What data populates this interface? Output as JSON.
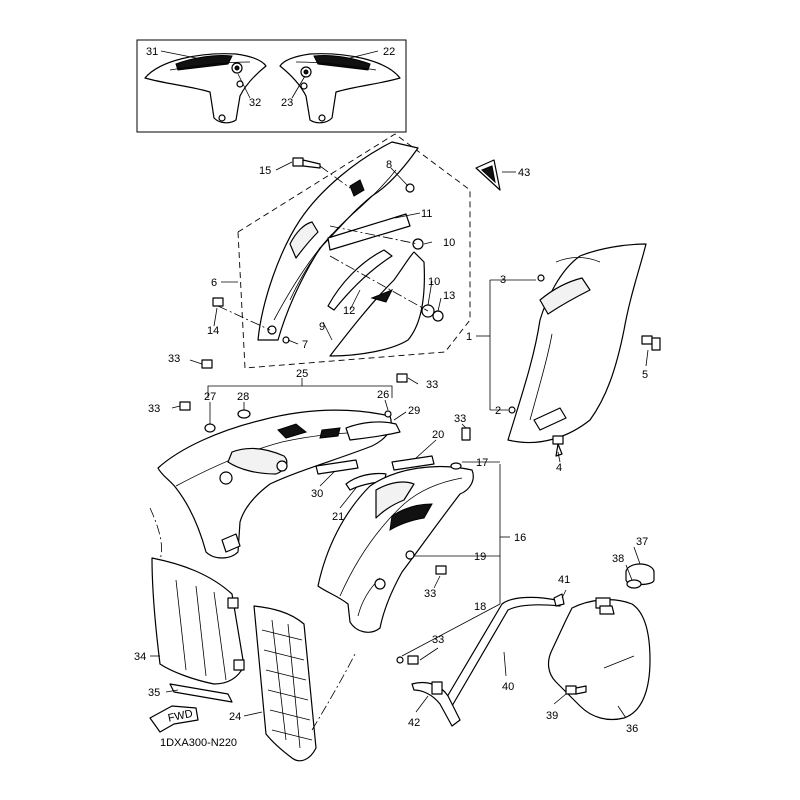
{
  "diagram": {
    "code": "1DXA300-N220",
    "fwd_label": "FWD",
    "callouts": {
      "c1": "1",
      "c2": "2",
      "c3": "3",
      "c4": "4",
      "c5": "5",
      "c6": "6",
      "c7": "7",
      "c8": "8",
      "c9": "9",
      "c10a": "10",
      "c10b": "10",
      "c11": "11",
      "c12": "12",
      "c13": "13",
      "c14": "14",
      "c15": "15",
      "c16": "16",
      "c17": "17",
      "c18": "18",
      "c19": "19",
      "c20": "20",
      "c21": "21",
      "c22": "22",
      "c23": "23",
      "c24": "24",
      "c25": "25",
      "c26": "26",
      "c27": "27",
      "c28": "28",
      "c29": "29",
      "c30": "30",
      "c31": "31",
      "c32": "32",
      "c33a": "33",
      "c33b": "33",
      "c33c": "33",
      "c33d": "33",
      "c33e": "33",
      "c33f": "33",
      "c34": "34",
      "c35": "35",
      "c36": "36",
      "c37": "37",
      "c38": "38",
      "c39": "39",
      "c40": "40",
      "c41": "41",
      "c42": "42",
      "c43": "43"
    }
  }
}
